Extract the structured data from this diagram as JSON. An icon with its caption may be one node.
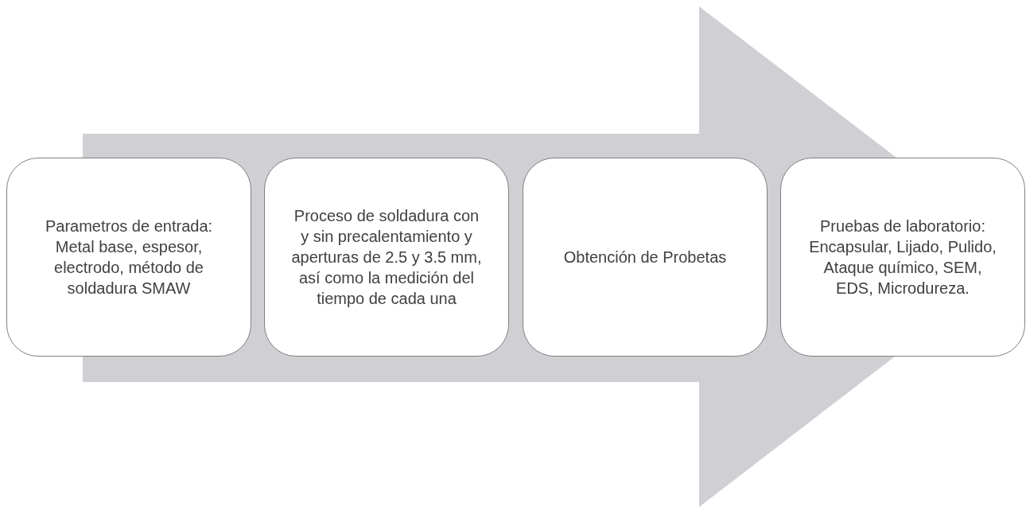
{
  "diagram": {
    "nodes": [
      {
        "text": [
          "Parametros de entrada: Metal base, espesor, electrodo, método de soldadura SMAW"
        ]
      },
      {
        "text": [
          "Proceso de soldadura con y sin precalentamiento y aperturas de 2.5 y 3.5 mm, así como la medición del tiempo de cada una"
        ]
      },
      {
        "text": [
          "Obtención de Probetas"
        ]
      },
      {
        "text": [
          "Pruebas de laboratorio: Encapsular, Lijado, Pulido, Ataque químico, SEM, EDS, Microdureza."
        ]
      }
    ],
    "edges": [
      {
        "from": 0,
        "to": 3,
        "arrow": "to"
      }
    ]
  }
}
